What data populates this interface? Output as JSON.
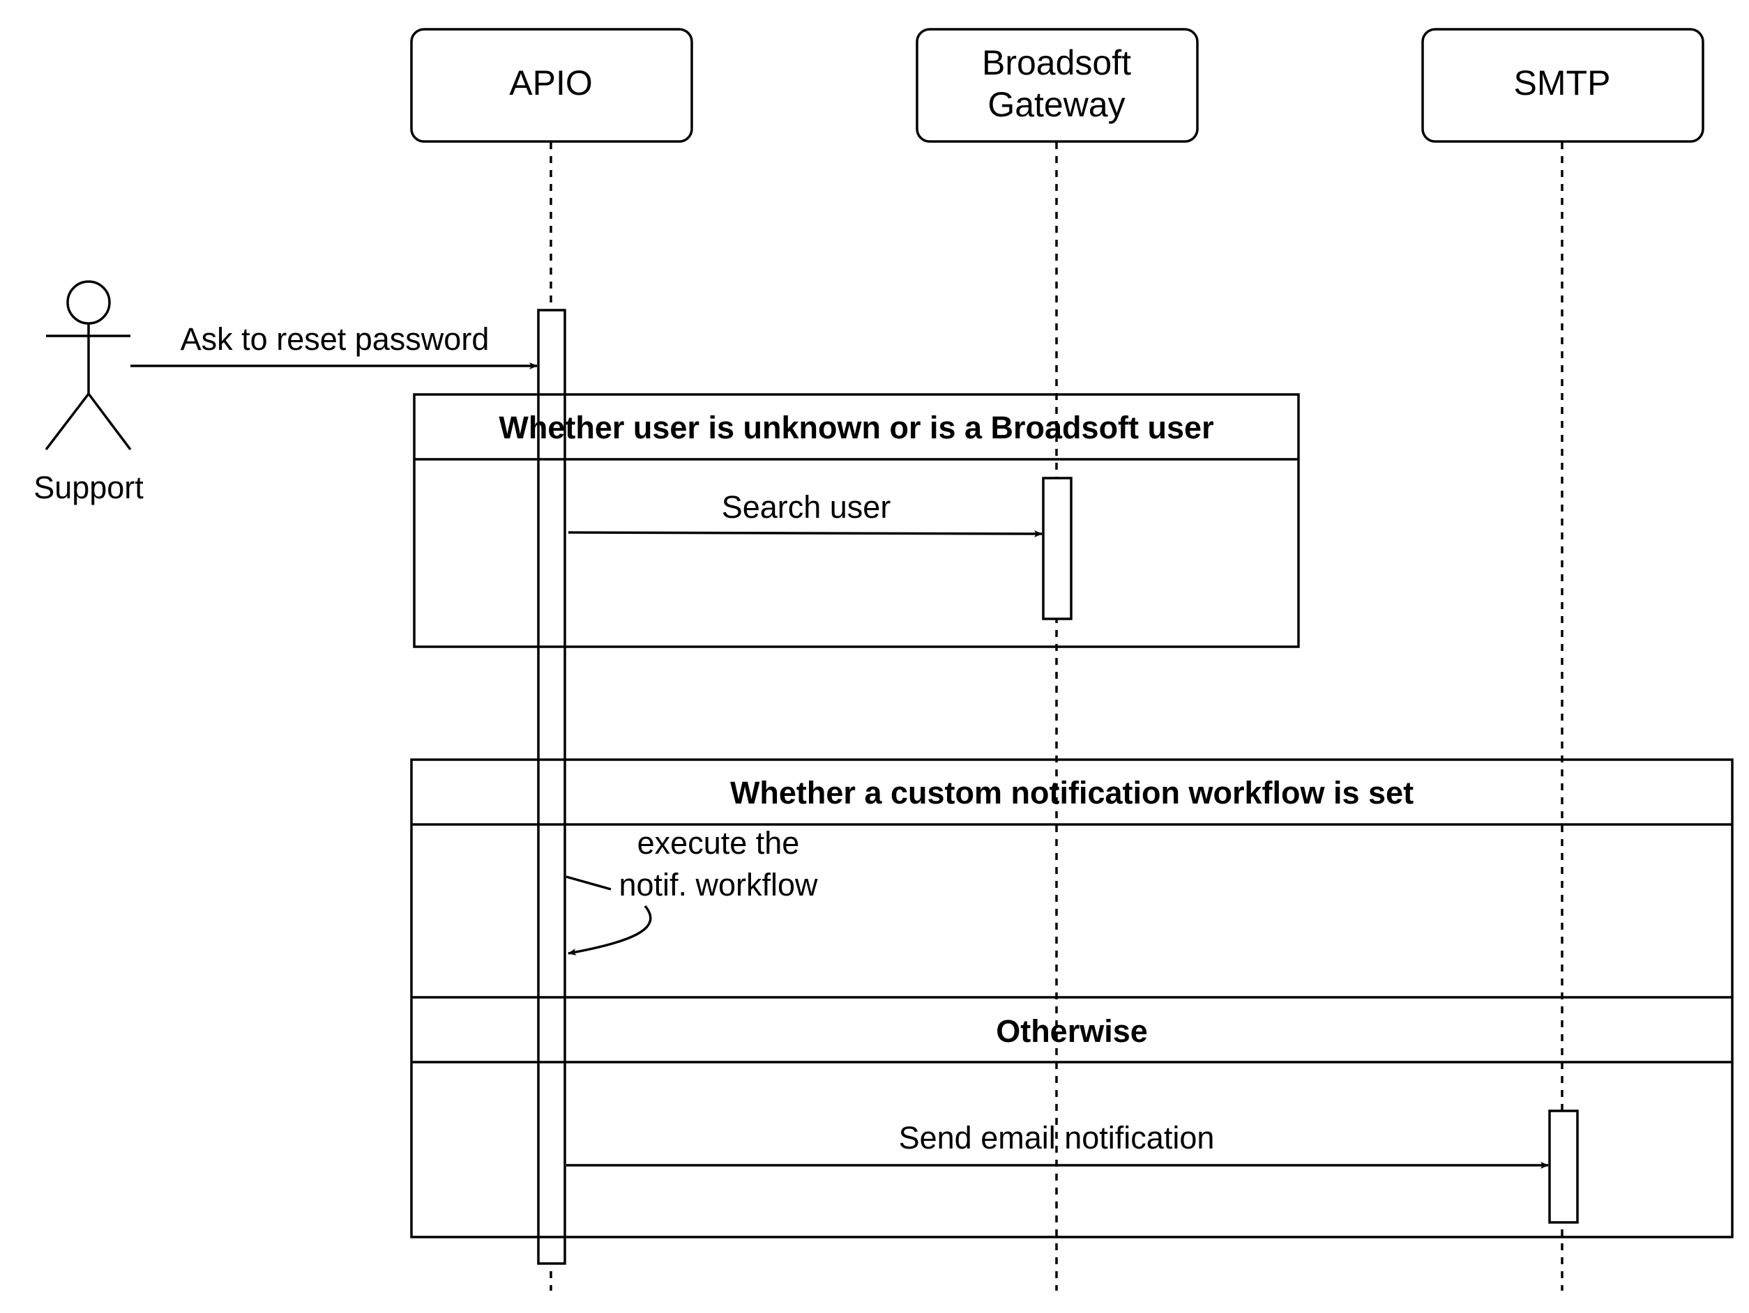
{
  "participants": [
    {
      "id": "apio",
      "lines": [
        "APIO"
      ]
    },
    {
      "id": "broadsoft",
      "lines": [
        "Broadsoft",
        "Gateway"
      ]
    },
    {
      "id": "smtp",
      "lines": [
        "SMTP"
      ]
    }
  ],
  "actor": {
    "label": "Support"
  },
  "messages": {
    "reset": "Ask to reset password",
    "search": "Search user",
    "execute_line1": "execute the",
    "execute_line2": "notif. workflow",
    "email": "Send email notification"
  },
  "frames": {
    "user_check": "Whether user is unknown or is a Broadsoft user",
    "workflow_check": "Whether a custom notification workflow is set",
    "otherwise": "Otherwise"
  }
}
